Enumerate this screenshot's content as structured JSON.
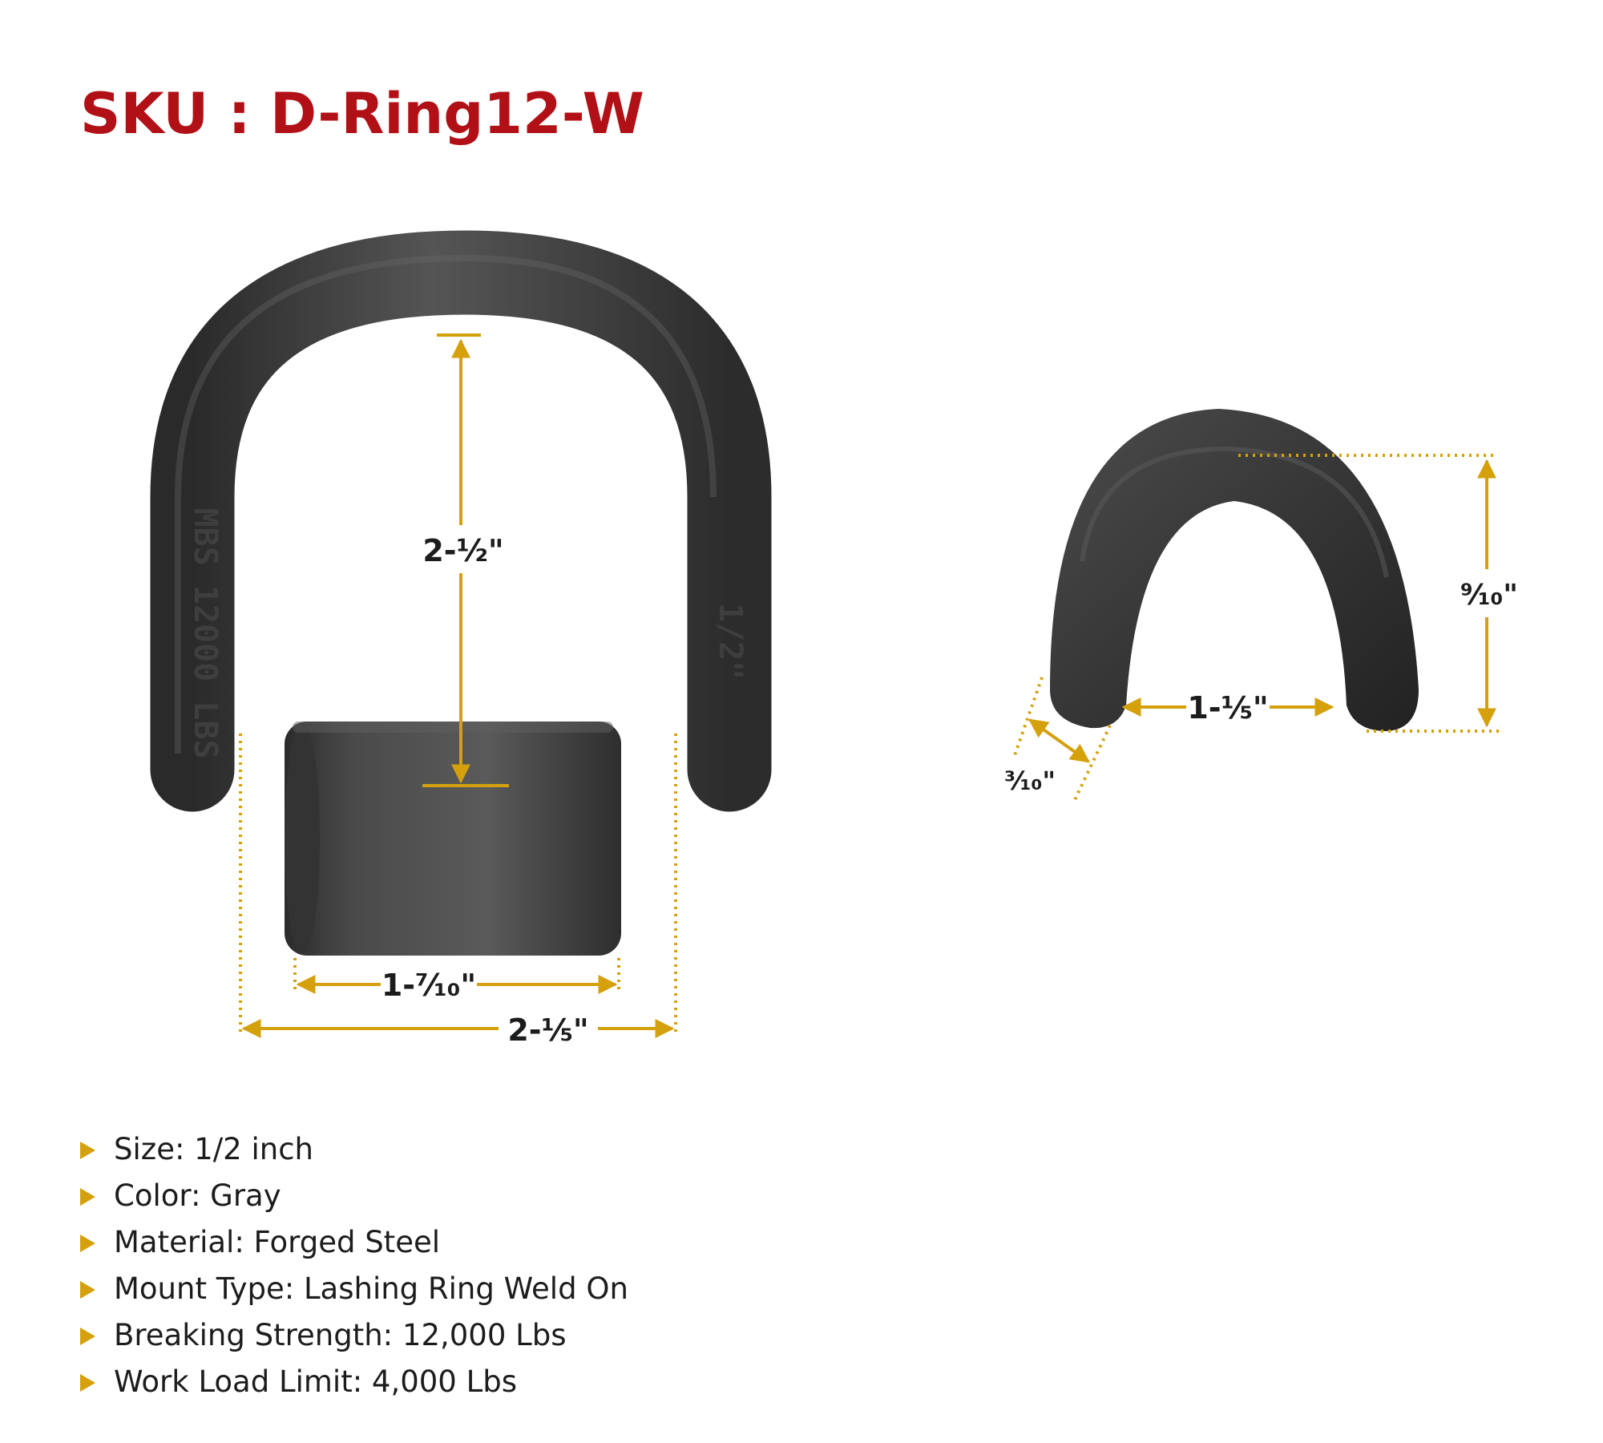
{
  "sku": {
    "title": "SKU : D-Ring12-W"
  },
  "d_ring": {
    "stamp_left": "MBS 12000 LBS",
    "stamp_right": "1/2\"",
    "dim_height": "2-½\"",
    "dim_inner_width": "1-⁷⁄₁₀\"",
    "dim_outer_width": "2-⅕\""
  },
  "clip": {
    "dim_height": "⁹⁄₁₀\"",
    "dim_gap": "1-⅕\"",
    "dim_thickness": "³⁄₁₀\""
  },
  "specs": [
    "Size: 1/2 inch",
    "Color: Gray",
    "Material: Forged Steel",
    "Mount Type: Lashing Ring Weld On",
    "Breaking Strength: 12,000 Lbs",
    "Work Load Limit: 4,000 Lbs"
  ],
  "colors": {
    "title": "#b11116",
    "dimension_line": "#d4a10d",
    "steel": "#454545",
    "text": "#1c1c1c"
  },
  "icons": {
    "bullet": "triangle-bullet-icon"
  }
}
